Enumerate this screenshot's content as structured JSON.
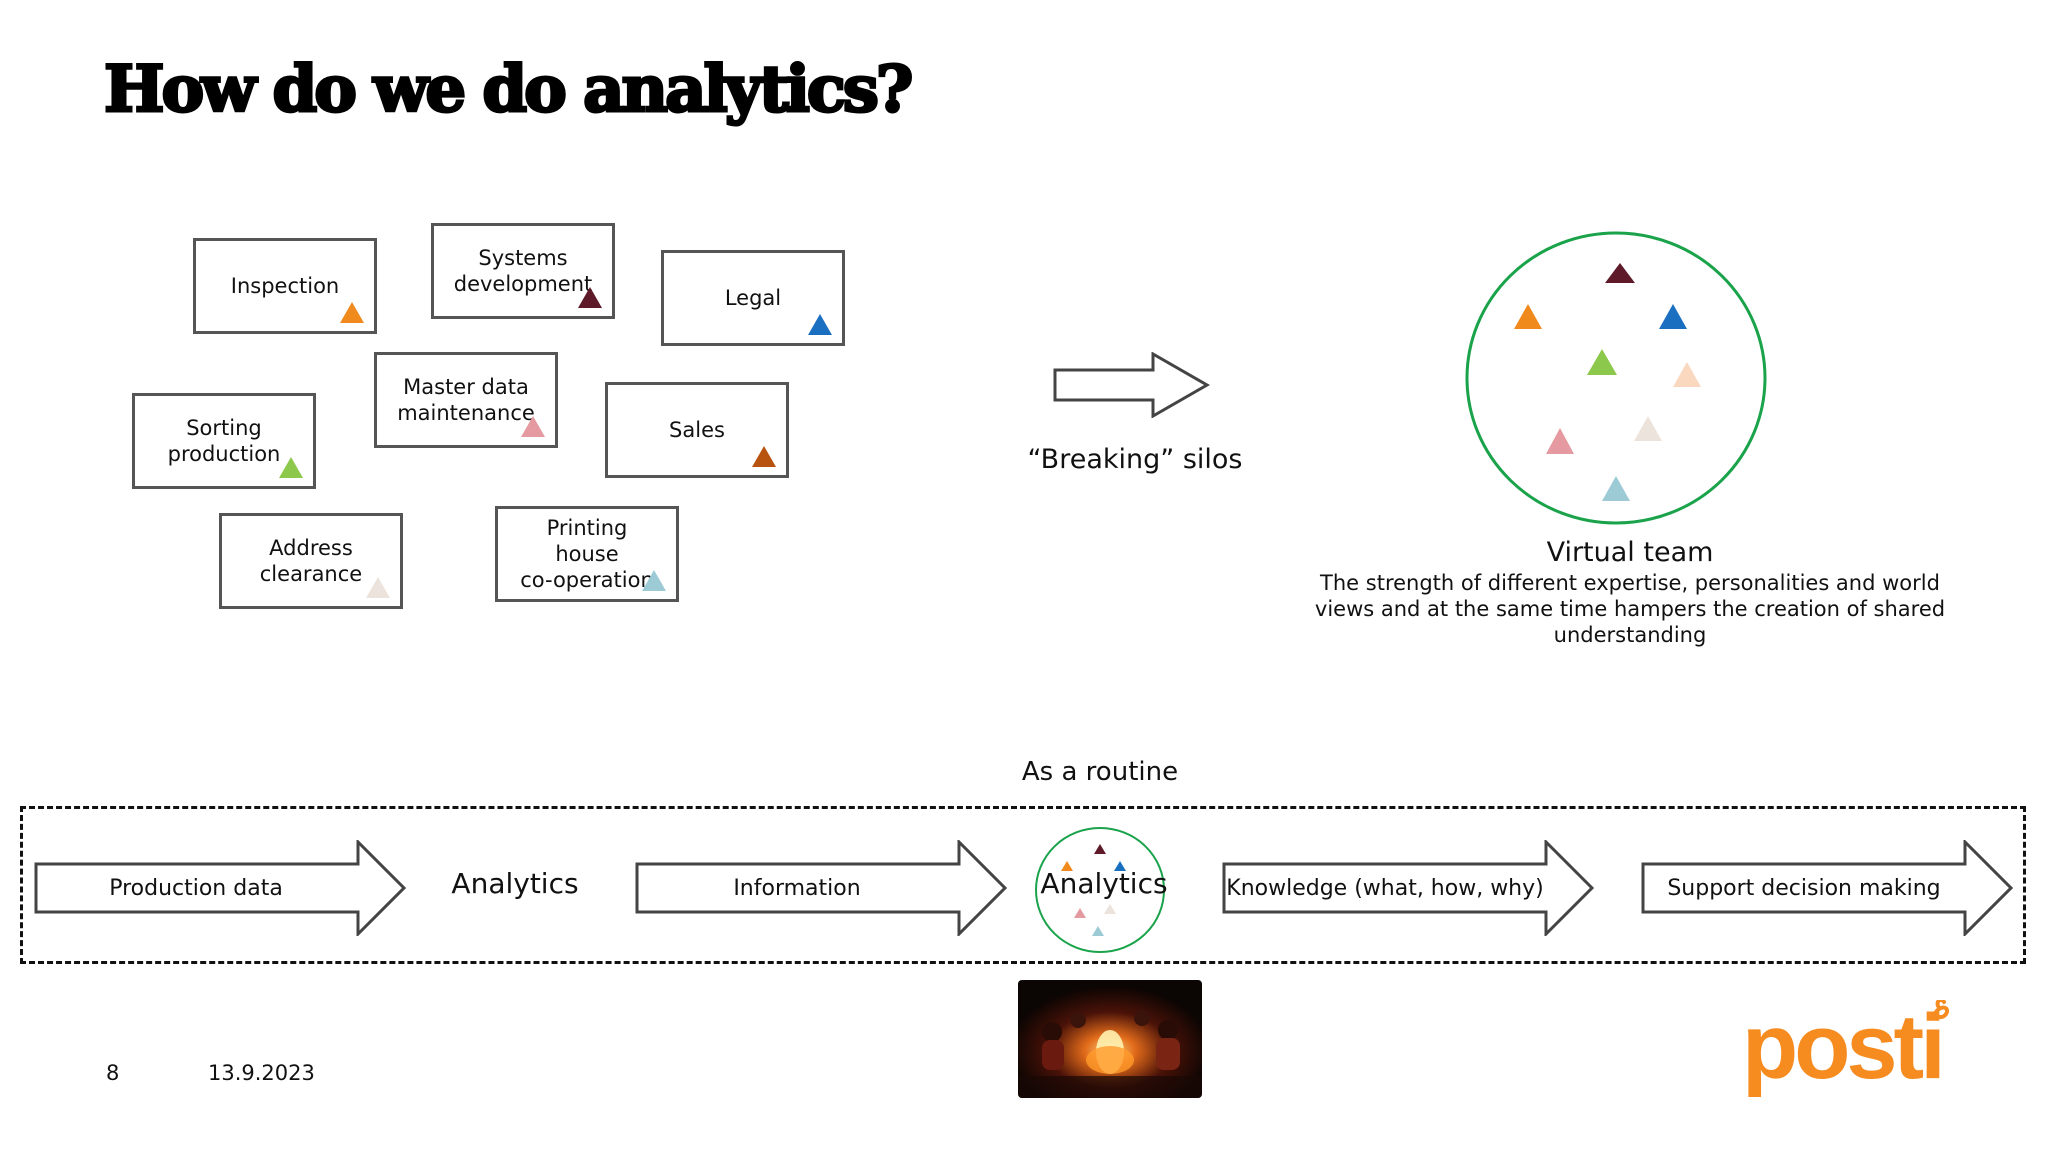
{
  "slide": {
    "title": "How do we do analytics?",
    "page_number": "8",
    "date": "13.9.2023"
  },
  "silos": [
    {
      "label": "Inspection",
      "color": "#f08a1c"
    },
    {
      "label": "Systems\ndevelopment",
      "color": "#5e1a28"
    },
    {
      "label": "Legal",
      "color": "#1a6fc0"
    },
    {
      "label": "Master data\nmaintenance",
      "color": "#e49aa0"
    },
    {
      "label": "Sorting\nproduction",
      "color": "#8cc84b"
    },
    {
      "label": "Sales",
      "color": "#b8520f"
    },
    {
      "label": "Address\nclearance",
      "color": "#ece4dc"
    },
    {
      "label": "Printing\nhouse\nco-operation",
      "color": "#9ccbd6"
    }
  ],
  "transition": {
    "label": "“Breaking” silos"
  },
  "virtual_team": {
    "title": "Virtual team",
    "description": "The strength of different expertise, personalities and world views and at the same time hampers the creation of shared understanding",
    "circle_color": "#1aa34a"
  },
  "routine": {
    "label": "As a routine",
    "steps": {
      "production_data": "Production data",
      "analytics": "Analytics",
      "information": "Information",
      "analytics_circle": "Analytics",
      "knowledge": "Knowledge (what, how, why)",
      "support": "Support decision making"
    }
  },
  "brand": {
    "logo_text": "posti",
    "color": "#f68b1f"
  }
}
